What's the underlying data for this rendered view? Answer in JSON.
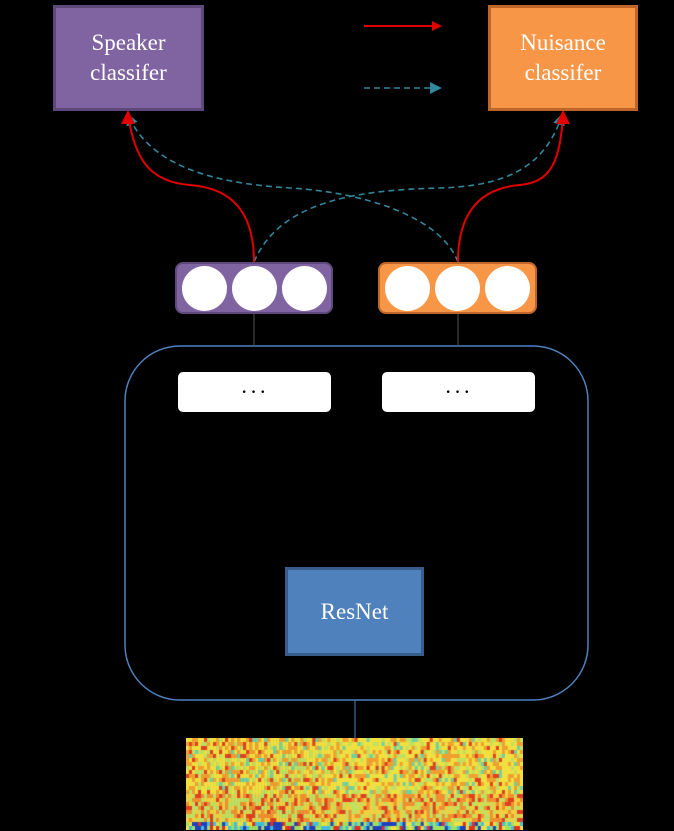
{
  "speaker_classifier": {
    "label": "Speaker\nclassifer",
    "color": "#8064a2"
  },
  "nuisance_classifier": {
    "label": "Nuisance\nclassifer",
    "color": "#f79646"
  },
  "backbone": {
    "label": "ResNet",
    "color": "#4f81bd"
  },
  "branch_left": {
    "label": "···"
  },
  "branch_right": {
    "label": "···"
  },
  "legend": {
    "solid_color": "#e00000",
    "dashed_color": "#31859c"
  },
  "embeddings": {
    "speaker": {
      "nodes": 3,
      "color": "#8064a2"
    },
    "nuisance": {
      "nodes": 3,
      "color": "#f79646"
    }
  },
  "input": {
    "icon": "spectrogram-icon"
  }
}
